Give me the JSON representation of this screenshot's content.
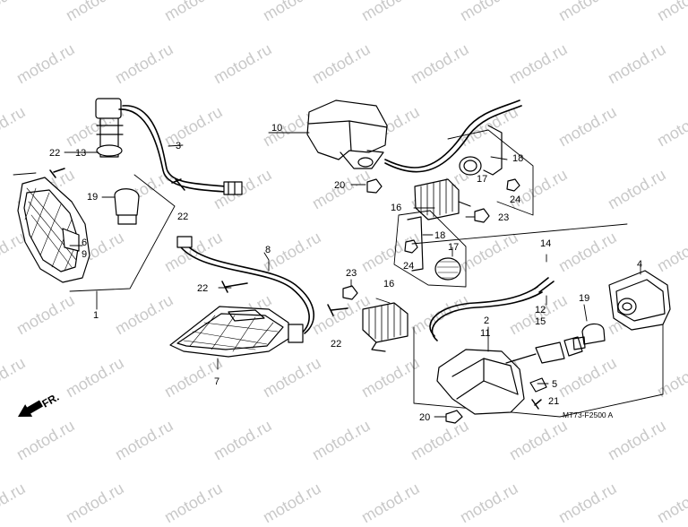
{
  "watermark": "motod.ru",
  "drawing_code": "MT73-F2500 A",
  "front_label": "FR.",
  "callouts": [
    "1",
    "2",
    "3",
    "4",
    "5",
    "6",
    "7",
    "8",
    "9",
    "10",
    "11",
    "12",
    "13",
    "14",
    "15",
    "16",
    "17",
    "18",
    "19",
    "20",
    "21",
    "22",
    "23",
    "24"
  ]
}
